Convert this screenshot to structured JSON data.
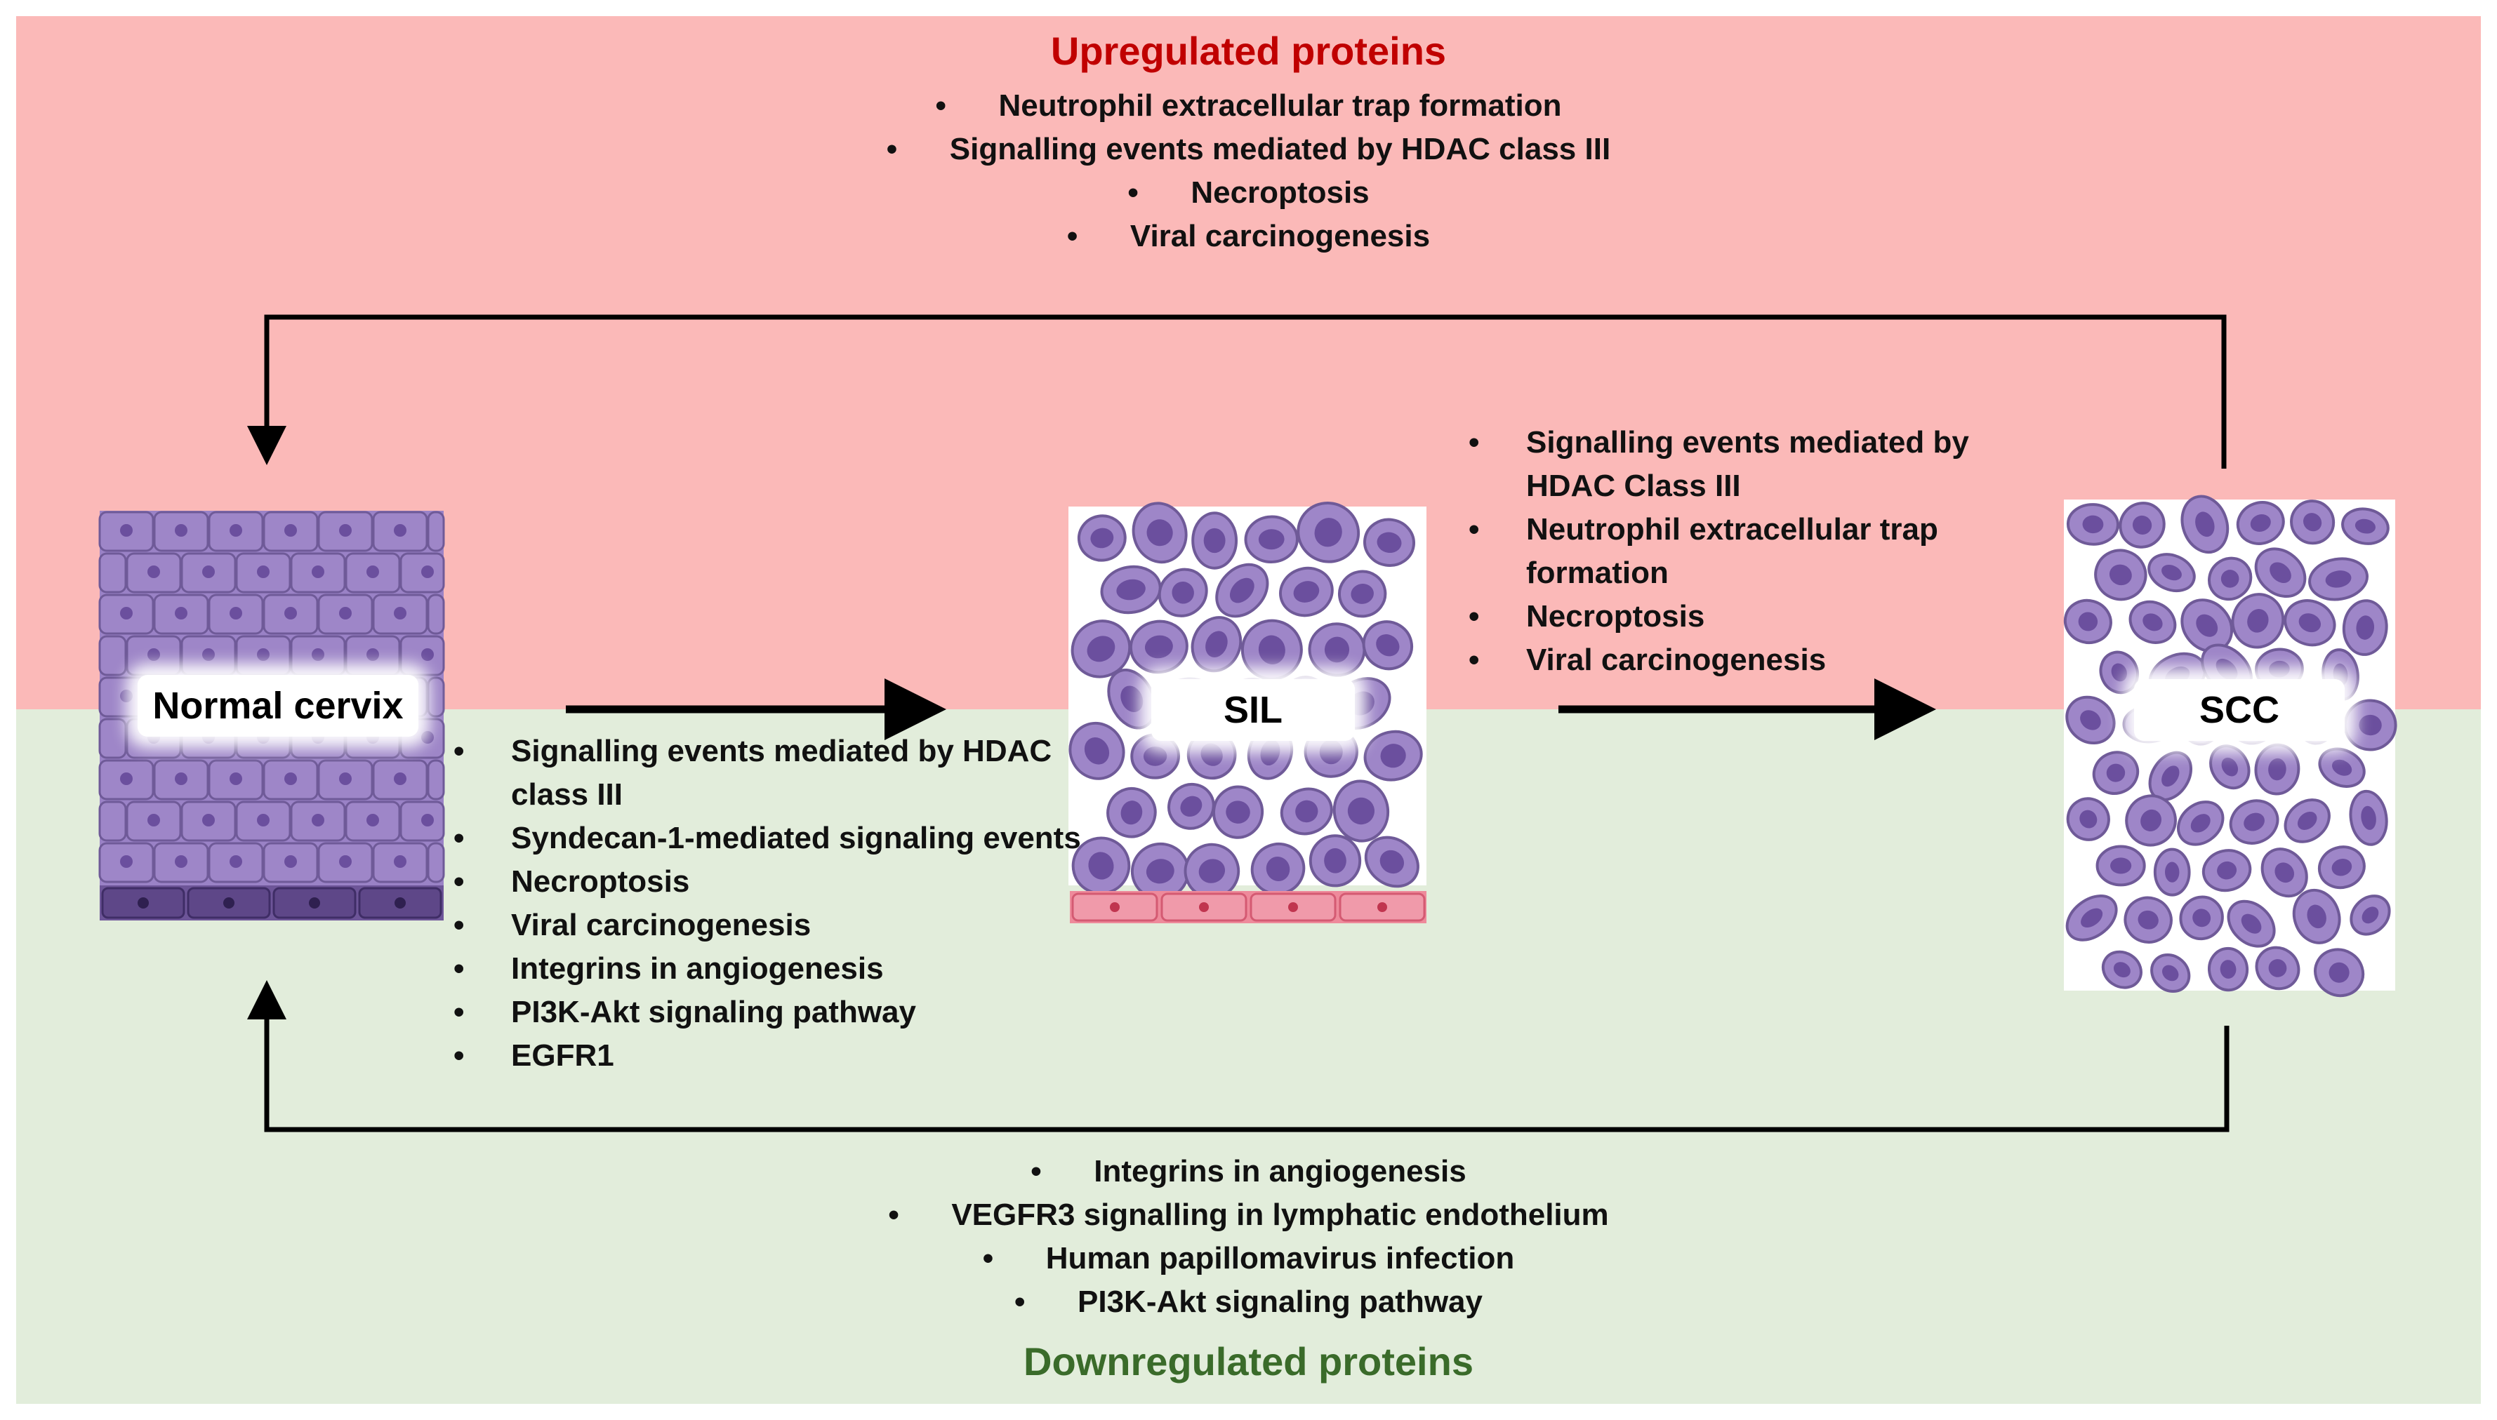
{
  "upregulated": {
    "title": "Upregulated proteins",
    "items": [
      "Neutrophil extracellular trap formation",
      "Signalling events mediated by HDAC class III",
      "Necroptosis",
      "Viral carcinogenesis"
    ]
  },
  "downregulated": {
    "title": "Downregulated proteins",
    "items": [
      "Integrins in angiogenesis",
      "VEGFR3 signalling in lymphatic endothelium",
      "Human papillomavirus infection",
      "PI3K-Akt signaling pathway"
    ]
  },
  "stages": {
    "normal": "Normal cervix",
    "sil": "SIL",
    "scc": "SCC"
  },
  "normal_to_sil": [
    "Signalling events mediated by HDAC class III",
    "Syndecan-1-mediated signaling events",
    "Necroptosis",
    "Viral carcinogenesis",
    "Integrins in angiogenesis",
    "PI3K-Akt signaling pathway",
    "EGFR1"
  ],
  "sil_to_scc": [
    "Signalling events mediated by HDAC Class III",
    "Neutrophil extracellular trap formation",
    "Necroptosis",
    "Viral carcinogenesis"
  ],
  "colors": {
    "upregulated_bg": "#fbb9b8",
    "downregulated_bg": "#e2eddb",
    "upregulated_title": "#c00000",
    "downregulated_title": "#3a6b2a",
    "cell_fill": "#9e86c8",
    "cell_stroke": "#6f5a98",
    "nucleus": "#6b4f9e"
  }
}
